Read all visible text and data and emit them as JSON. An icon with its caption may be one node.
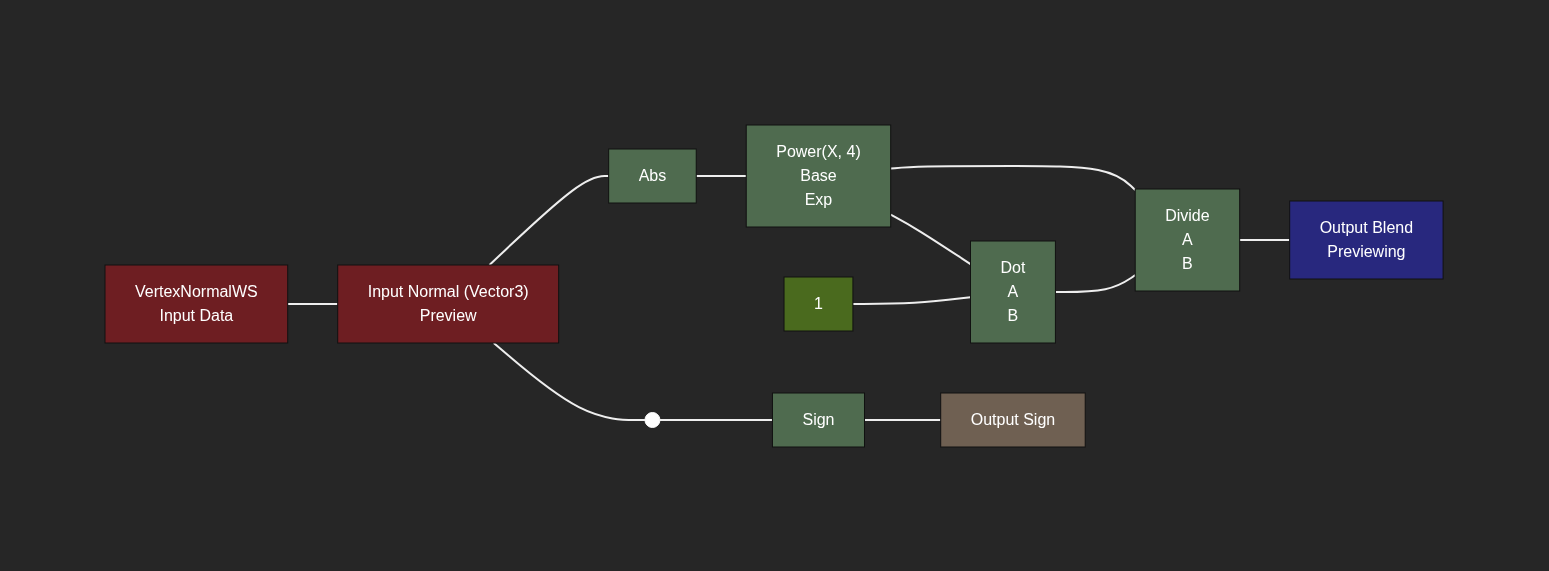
{
  "diagram": {
    "nodes": [
      {
        "text": [
          "VertexNormalWS",
          "Input Data"
        ]
      },
      {
        "text": [
          "Input Normal (Vector3)",
          "Preview"
        ]
      },
      {
        "text": [
          "Abs"
        ]
      },
      {
        "text": [
          "Power(X, 4)",
          "Base",
          "Exp"
        ]
      },
      {
        "text": [
          "Divide",
          "A",
          "B"
        ]
      },
      {
        "text": [
          "Output Blend",
          "Previewing"
        ]
      },
      {
        "text": [
          "Dot",
          "A",
          "B"
        ]
      },
      {
        "text": [
          "1"
        ]
      },
      {
        "text": [
          "Sign"
        ]
      },
      {
        "text": [
          "Output Sign"
        ]
      },
      {
        "text": [],
        "shape": "circle"
      }
    ],
    "edges": [
      {
        "from": 0,
        "to": 1,
        "arrow": "none"
      },
      {
        "from": 1,
        "to": 2,
        "arrow": "none"
      },
      {
        "from": 2,
        "to": 3,
        "arrow": "none"
      },
      {
        "from": 3,
        "to": 4,
        "arrow": "none"
      },
      {
        "from": 3,
        "to": 6,
        "arrow": "none"
      },
      {
        "from": 7,
        "to": 6,
        "arrow": "none"
      },
      {
        "from": 6,
        "to": 4,
        "arrow": "none"
      },
      {
        "from": 4,
        "to": 5,
        "arrow": "none"
      },
      {
        "from": 1,
        "to": 10,
        "arrow": "none"
      },
      {
        "from": 10,
        "to": 8,
        "arrow": "none"
      },
      {
        "from": 8,
        "to": 9,
        "arrow": "none"
      }
    ]
  }
}
